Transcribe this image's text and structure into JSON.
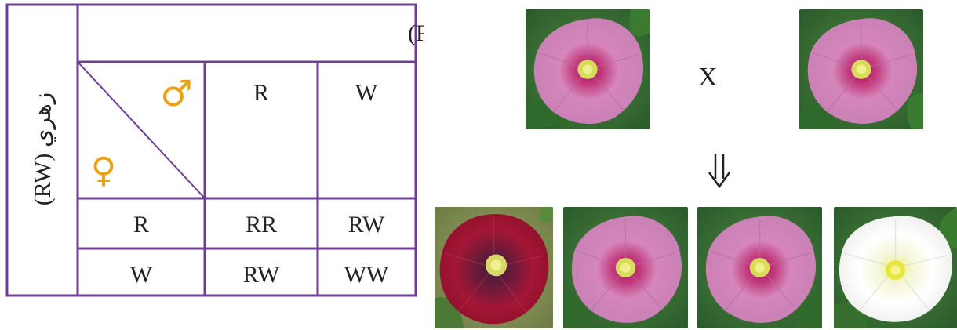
{
  "punnett": {
    "top_parent_label": "زهري (RW)",
    "left_parent_label": "زهري (RW)",
    "male_symbol": "♂",
    "female_symbol": "♀",
    "col_headers": [
      "R",
      "W"
    ],
    "row_headers": [
      "R",
      "W"
    ],
    "cells": [
      [
        "RR",
        "RW"
      ],
      [
        "RW",
        "WW"
      ]
    ],
    "border_color": "#6e3d94",
    "symbol_color": "#e8a015"
  },
  "cross": {
    "operator": "X",
    "parents": [
      "pink-flower",
      "pink-flower"
    ],
    "offspring": [
      "red-flower",
      "pink-flower",
      "pink-flower",
      "white-flower"
    ],
    "arrow_icon": "double-down-arrow-icon"
  },
  "colors": {
    "pink": "#c97ab0",
    "red": "#9a1230",
    "white": "#f4f4f0",
    "leaf": "#3f7a35"
  }
}
